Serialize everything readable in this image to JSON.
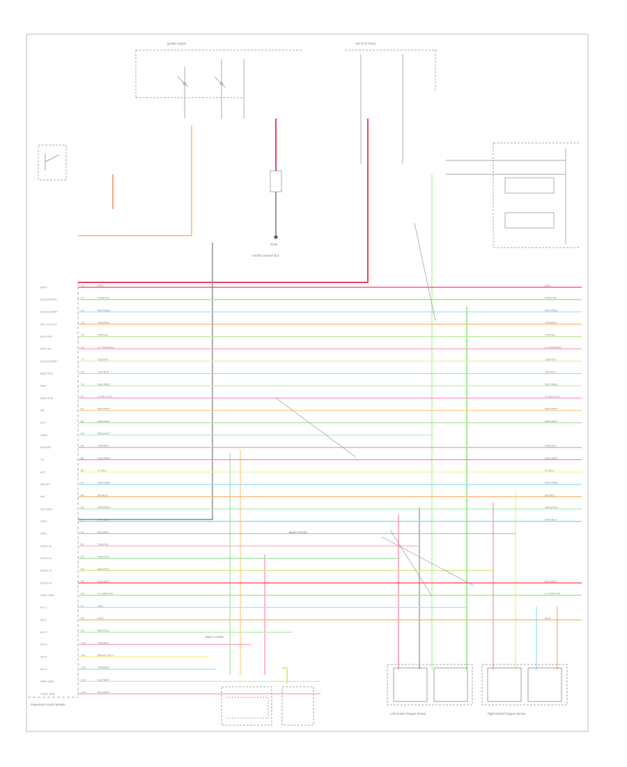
{
  "diagram_title": "",
  "footer_code": "",
  "colors": {
    "frame": "#b8b8b8",
    "ground": "#707070",
    "power_red": "#e8445a",
    "wires": [
      "#ff3a55",
      "#9cf07a",
      "#a8e6ff",
      "#ffb060",
      "#b9f0a0",
      "#ffa6c8",
      "#f6ec7a",
      "#9ee0ff",
      "#c8f0b0",
      "#ff98c0",
      "#ffd090",
      "#b8e0a0",
      "#a8f0f0",
      "#ff9cc8",
      "#ff8cb0",
      "#f2f28a",
      "#9be0ff",
      "#ffb878",
      "#a6f0a0",
      "#80d8ff",
      "#c0c0c0",
      "#ffb0c0",
      "#a0e8a0",
      "#d8e68a"
    ]
  },
  "components": {
    "pcm": "Powertrain Control Module",
    "ignition_switch": "Ignition Switch",
    "hot_at_all_times": "Hot At All Times",
    "fuse_panel": "Central Junction Box",
    "g_ground": "G100",
    "sensor_left": "Left Heated Oxygen Sensor",
    "sensor_right": "Right Heated Oxygen Sensor",
    "sensor_bank1": "Bank 1 HO2S",
    "sensor_bank2": "Bank 2 HO2S"
  },
  "pcm_pins": [
    {
      "func": "BATT",
      "pin": "71",
      "color": "RED"
    },
    {
      "func": "ACCESSORY",
      "pin": "72",
      "color": "GRN/YEL"
    },
    {
      "func": "ACCESSORY",
      "pin": "73",
      "color": "WHT/RED"
    },
    {
      "func": "A/C CLUTCH",
      "pin": "74",
      "color": "ORG/BLK"
    },
    {
      "func": "IDLE AIR",
      "pin": "75",
      "color": "VIO/YEL"
    },
    {
      "func": "MAF SIG",
      "pin": "76",
      "color": "LT GRN/RED"
    },
    {
      "func": "ACCESSORY",
      "pin": "77",
      "color": "TAN/YEL"
    },
    {
      "func": "MAF RTN",
      "pin": "78",
      "color": "YEL/BLK"
    },
    {
      "func": "MAP",
      "pin": "79",
      "color": "GRY/RED"
    },
    {
      "func": "MAP RTN",
      "pin": "80",
      "color": "LT BLU/YEL"
    },
    {
      "func": "IAT",
      "pin": "81",
      "color": "RED/WHT"
    },
    {
      "func": "ECT",
      "pin": "82",
      "color": "BRN/WHT"
    },
    {
      "func": "VREF",
      "pin": "83",
      "color": "BRN/WHT"
    },
    {
      "func": "KAPWR",
      "pin": "84",
      "color": "PNK/BLK"
    },
    {
      "func": "TP",
      "pin": "85",
      "color": "GRY/WHT"
    },
    {
      "func": "ACT",
      "pin": "86",
      "color": "LT BLU"
    },
    {
      "func": "SPOUT",
      "pin": "87",
      "color": "WHT/RED"
    },
    {
      "func": "PIP",
      "pin": "88",
      "color": "DK BLU"
    },
    {
      "func": "IGN GND",
      "pin": "89",
      "color": "ORG/RED"
    },
    {
      "func": "CKP+",
      "pin": "90",
      "color": "GRY/BLK"
    },
    {
      "func": "CKP-",
      "pin": "91",
      "color": "DK GRN"
    },
    {
      "func": "HO2S 11",
      "pin": "92",
      "color": "TAN/YEL"
    },
    {
      "func": "HO2S 21",
      "pin": "93",
      "color": "PNK/YEL"
    },
    {
      "func": "HO2S 12",
      "pin": "94",
      "color": "RED/YEL"
    },
    {
      "func": "HO2S 22",
      "pin": "95",
      "color": "BLK/WHT"
    },
    {
      "func": "FUEL PMP",
      "pin": "96",
      "color": "LT GRN/YEL"
    },
    {
      "func": "INJ 1",
      "pin": "97",
      "color": "TAN"
    },
    {
      "func": "INJ 2",
      "pin": "98",
      "color": "WHT"
    },
    {
      "func": "INJ 3",
      "pin": "99",
      "color": "BRN/YEL"
    },
    {
      "func": "INJ 4",
      "pin": "100",
      "color": "TAN/BLK"
    },
    {
      "func": "INJ 5",
      "pin": "101",
      "color": "BRN/LT BLU"
    },
    {
      "func": "INJ 6",
      "pin": "102",
      "color": "TAN/RED"
    },
    {
      "func": "PWR GND",
      "pin": "103",
      "color": "BLK/WHT"
    },
    {
      "func": "CASE GND",
      "pin": "104",
      "color": "BLK/WHT"
    }
  ]
}
